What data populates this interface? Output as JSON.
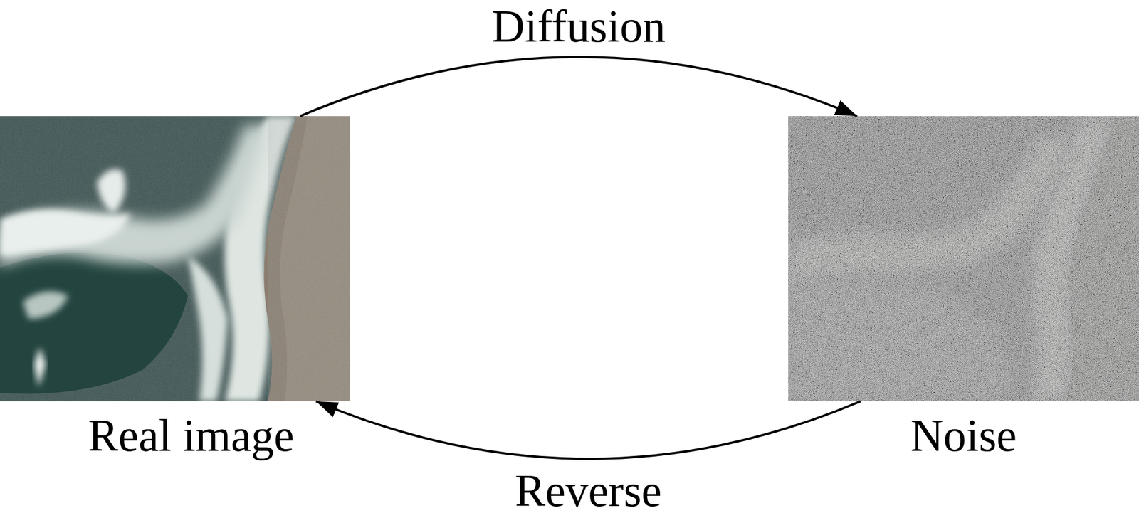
{
  "diagram": {
    "nodes": [
      {
        "text": [
          "Real image"
        ]
      },
      {
        "text": [
          "Noise"
        ]
      }
    ],
    "edges": [
      {
        "from": 0,
        "to": 1,
        "arrow": "to",
        "label": "Diffusion"
      },
      {
        "from": 1,
        "to": 0,
        "arrow": "to",
        "label": "Reverse"
      }
    ]
  }
}
